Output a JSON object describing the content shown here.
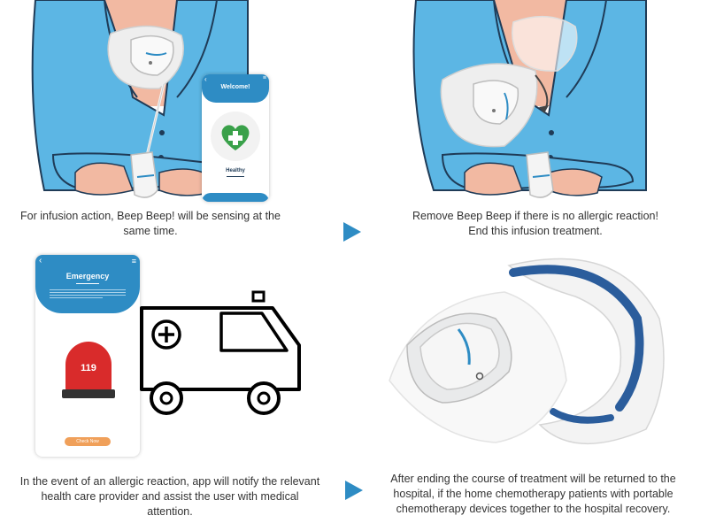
{
  "panels": [
    {
      "caption": "For infusion action, Beep Beep! will be sensing at the same time.",
      "phone": {
        "title": "Welcome!",
        "status": "Healthy",
        "nav_back": "‹",
        "nav_menu": "≡"
      }
    },
    {
      "caption": "Remove Beep Beep if there is no allergic reaction! End this infusion treatment."
    },
    {
      "caption": "In the event of an allergic reaction, app will notify the relevant health care provider and assist the user with medical attention.",
      "phone": {
        "title": "Emergency",
        "alarm_number": "119",
        "button_label": "Check Now",
        "nav_back": "‹",
        "nav_menu": "≡"
      }
    },
    {
      "caption": "After ending the course of treatment will be returned to the hospital, if the home chemotherapy patients with portable chemotherapy devices together to the hospital recovery."
    }
  ],
  "colors": {
    "accent_blue": "#2e8cc4",
    "shirt_blue": "#5cb6e4",
    "skin": "#f2b9a2",
    "heart_green": "#3aa14a",
    "alarm_red": "#d92b2b",
    "button_orange": "#f0a05a",
    "caption_text": "#333333"
  },
  "icons": [
    "arrow-right-icon",
    "heart-plus-icon",
    "siren-icon",
    "ambulance-icon",
    "medical-cross-icon"
  ]
}
